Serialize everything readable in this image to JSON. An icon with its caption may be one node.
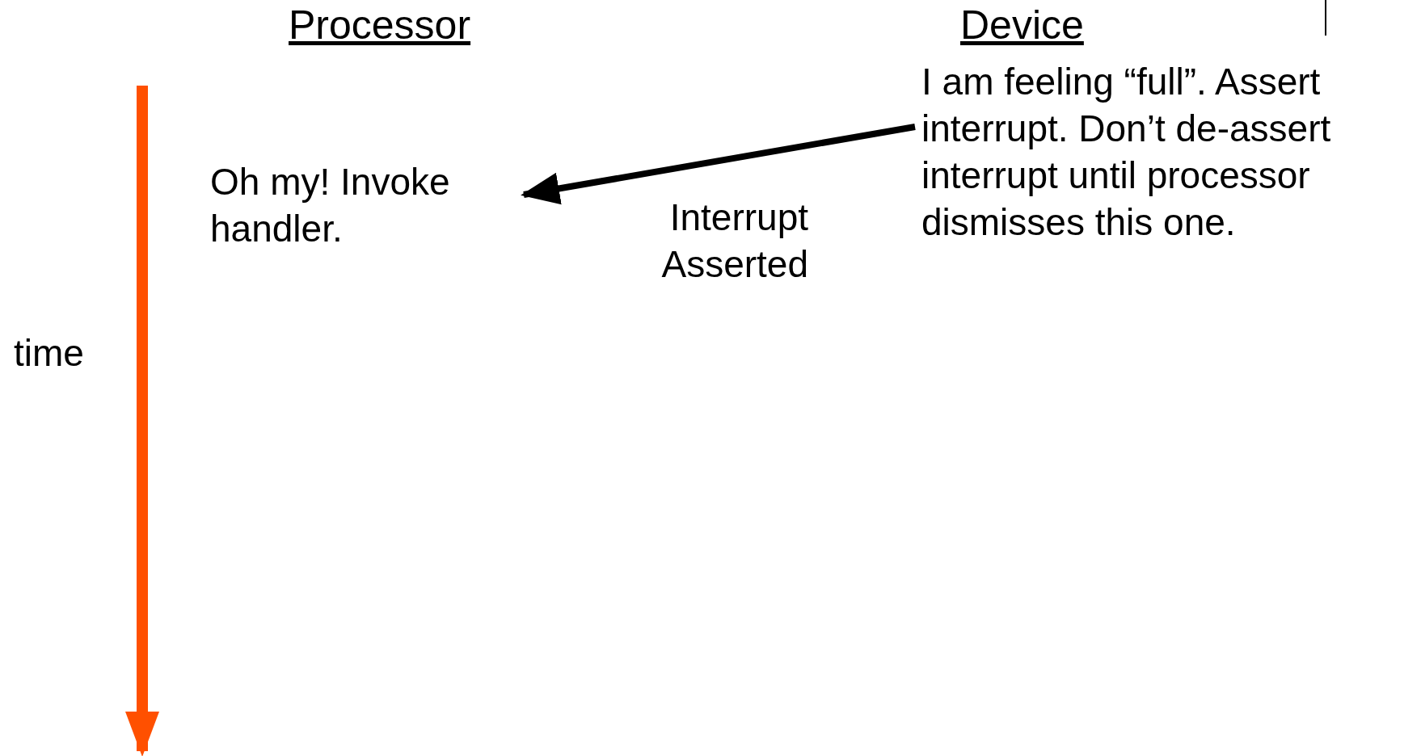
{
  "diagram": {
    "nodes": [
      {
        "text": [
          "Oh my! Invoke handler."
        ]
      },
      {
        "text": [
          "I am feeling “full”. Assert interrupt. Don’t de-assert interrupt until processor dismisses this one."
        ]
      }
    ],
    "edges": [
      {
        "from": 1,
        "to": 0,
        "arrow": "to",
        "label": "Interrupt Asserted"
      }
    ],
    "labels": [
      "Processor",
      "Device",
      "time"
    ]
  }
}
